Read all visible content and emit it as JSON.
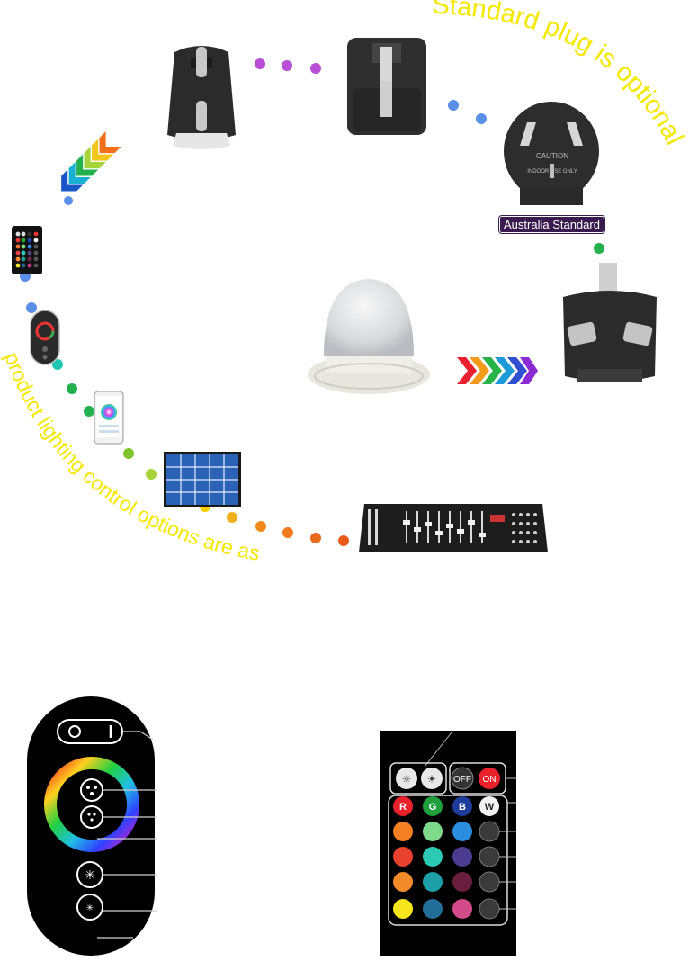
{
  "texts": {
    "top_arc": "Standard plug is optional",
    "bottom_arc": "product lighting control options are as",
    "australia_label": "Australia Standard",
    "plug_caution": "CAUTION",
    "plug_indoor": "INDOOR USE ONLY",
    "ir_off": "OFF",
    "ir_on": "ON"
  },
  "ir_color_buttons": [
    {
      "label": "R",
      "color": "#e8212a"
    },
    {
      "label": "G",
      "color": "#1fa03c"
    },
    {
      "label": "B",
      "color": "#1e3c9a"
    },
    {
      "label": "W",
      "color": "#f2f2f2"
    }
  ],
  "colors": {
    "text_yellow": "#f4e800",
    "dot_purple": "#b94fd6",
    "dot_blue": "#5a8fe8",
    "dot_green": "#22b14c",
    "dot_yellow_green": "#a6d23a",
    "dot_orange": "#f08a1c",
    "dot_red_orange": "#e85a1c",
    "label_bg": "#3a1b4f"
  },
  "icons": [
    "eu-plug-icon",
    "us-plug-icon",
    "au-plug-icon",
    "uk-plug-icon",
    "led-bulb-icon",
    "ir-remote-icon",
    "touch-remote-icon",
    "smartphone-icon",
    "solar-panel-icon",
    "dmx-controller-icon",
    "chevron-arrows-icon"
  ]
}
